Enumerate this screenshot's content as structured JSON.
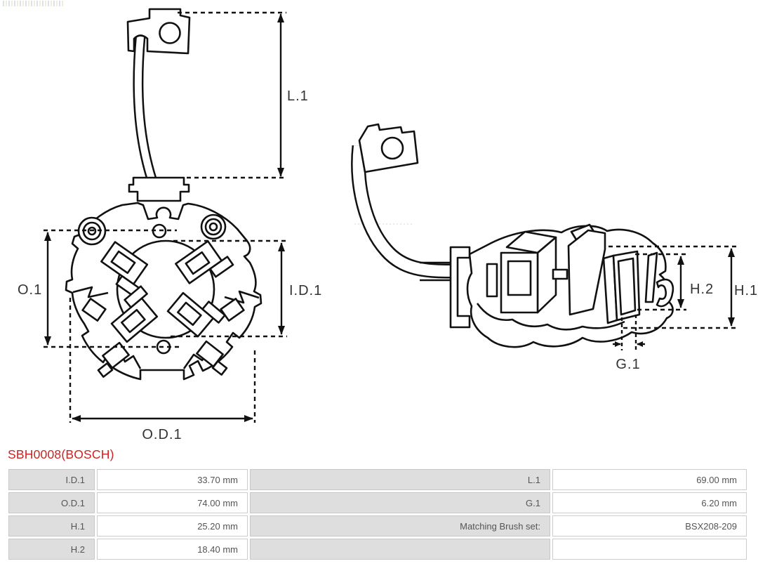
{
  "title": "SBH0008(BOSCH)",
  "colors": {
    "title_red": "#cc2222",
    "line_black": "#111111",
    "table_label_bg": "#dedede",
    "table_border": "#c8c8c8",
    "table_text": "#555555"
  },
  "diagram": {
    "front_view": {
      "labels": {
        "l1": "L.1",
        "o1": "O.1",
        "id1": "I.D.1",
        "od1": "O.D.1"
      }
    },
    "side_view": {
      "labels": {
        "h2": "H.2",
        "h1": "H.1",
        "g1": "G.1"
      }
    }
  },
  "spec_table": {
    "rows": [
      {
        "left_label": "I.D.1",
        "left_value": "33.70 mm",
        "right_label": "L.1",
        "right_value": "69.00 mm"
      },
      {
        "left_label": "O.D.1",
        "left_value": "74.00 mm",
        "right_label": "G.1",
        "right_value": "6.20 mm"
      },
      {
        "left_label": "H.1",
        "left_value": "25.20 mm",
        "right_label": "Matching Brush set:",
        "right_value": "BSX208-209"
      },
      {
        "left_label": "H.2",
        "left_value": "18.40 mm",
        "right_label": "",
        "right_value": ""
      }
    ]
  }
}
